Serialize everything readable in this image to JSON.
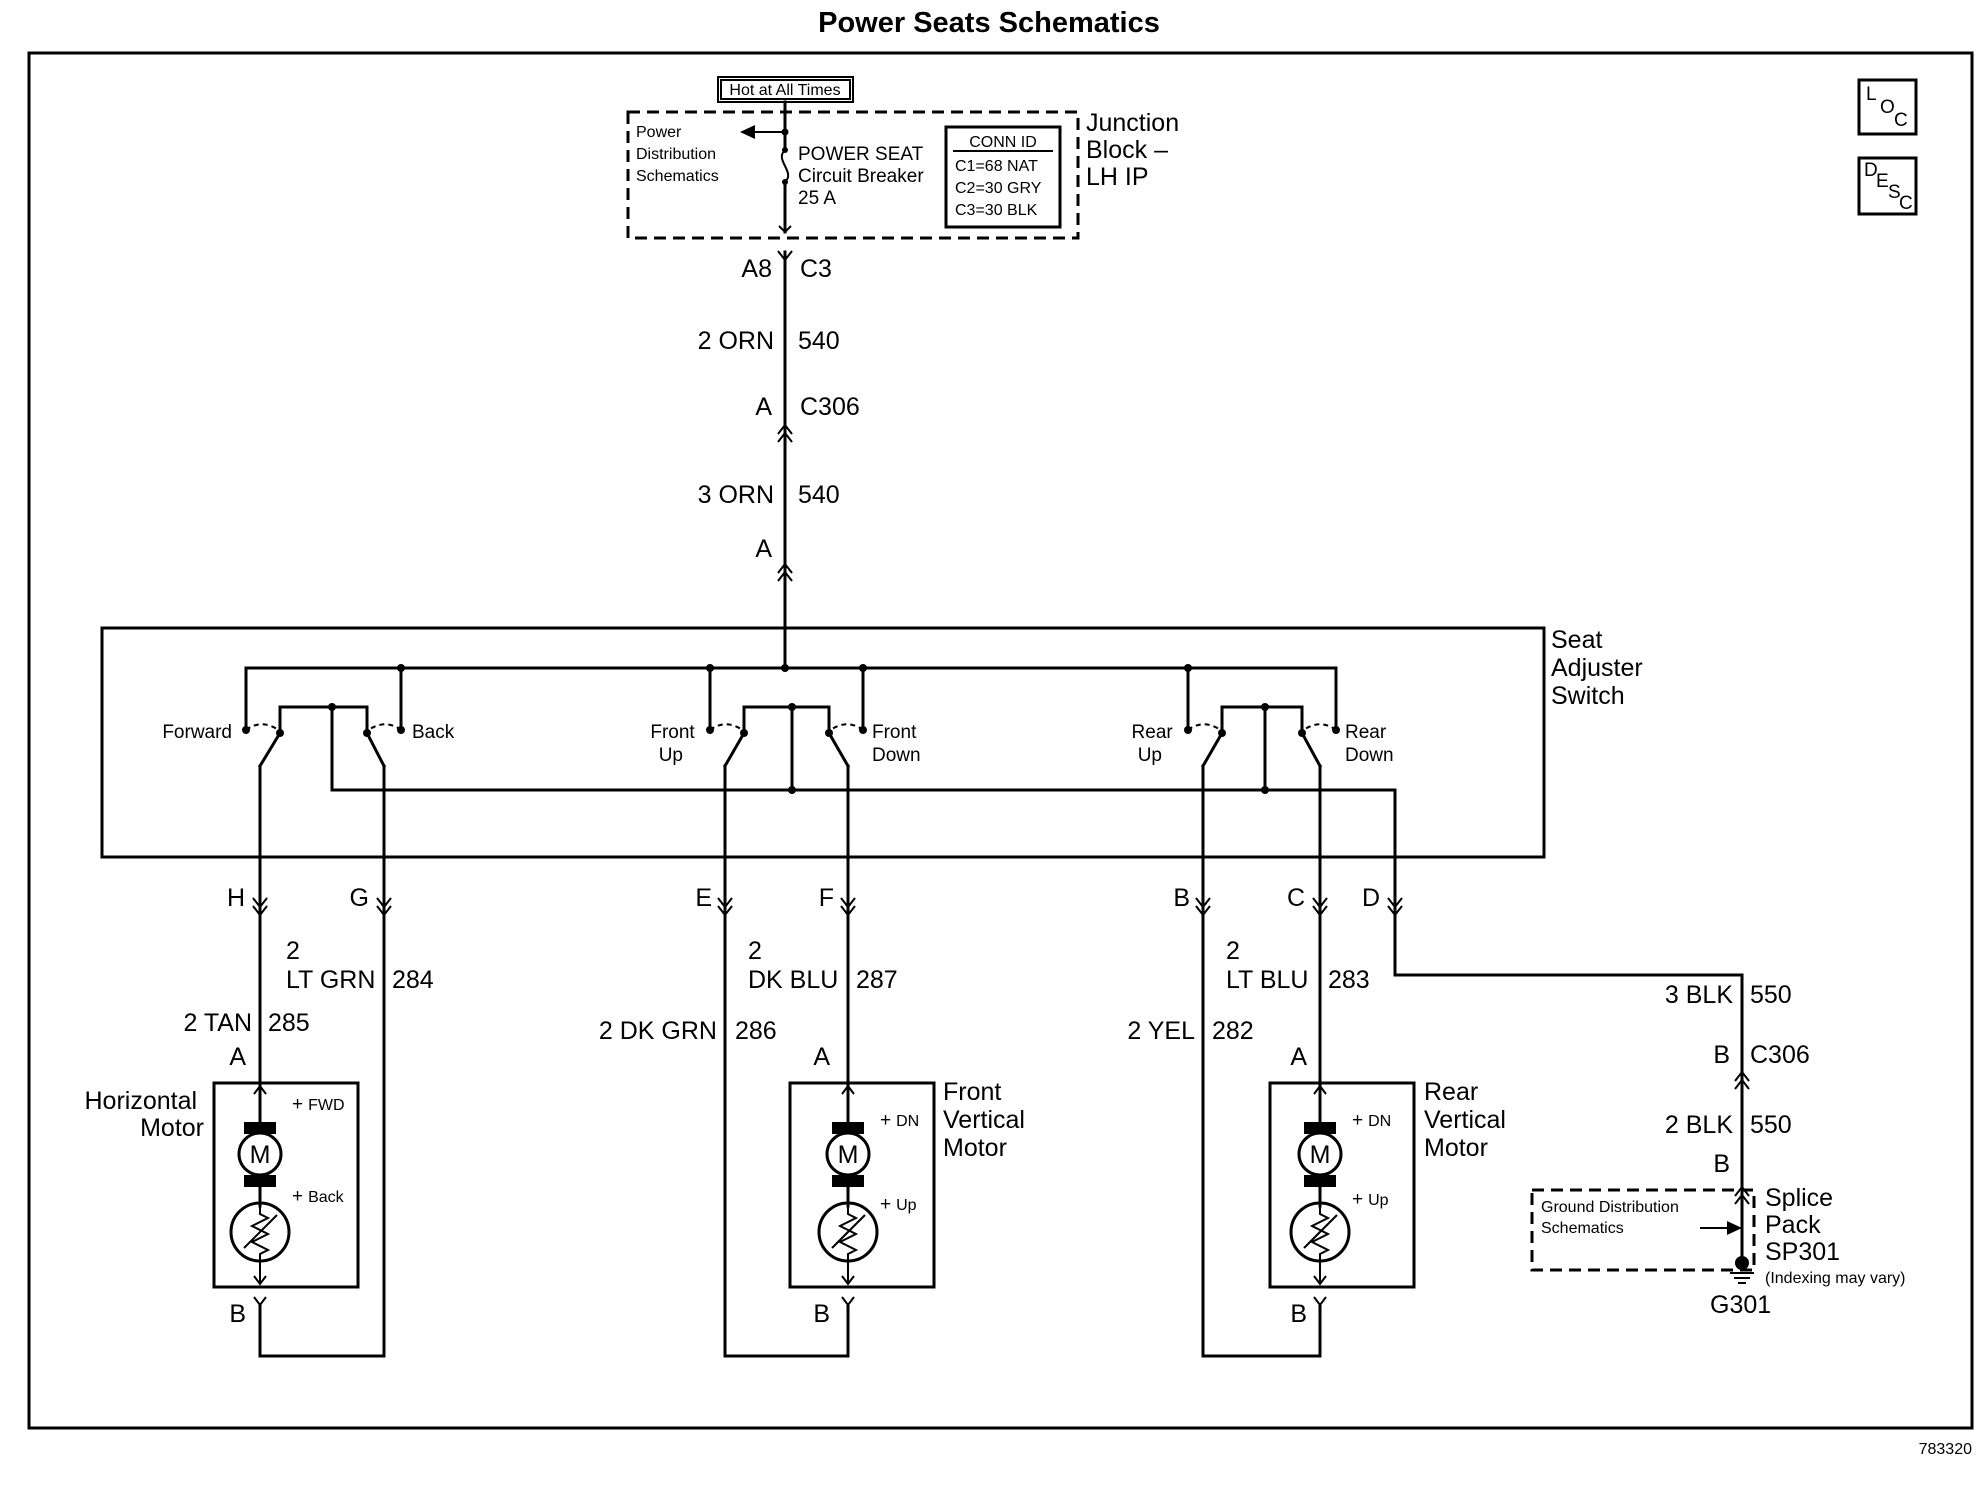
{
  "title": "Power Seats Schematics",
  "figure_id": "783320",
  "corner_icons": {
    "loc": [
      "L",
      "O",
      "C"
    ],
    "desc": [
      "D",
      "E",
      "S",
      "C"
    ]
  },
  "junction_block": {
    "hot_label": "Hot at All Times",
    "power_dist": [
      "Power",
      "Distribution",
      "Schematics"
    ],
    "breaker": [
      "POWER SEAT",
      "Circuit Breaker",
      "25 A"
    ],
    "conn_id_title": "CONN ID",
    "conn_ids": [
      "C1=68 NAT",
      "C2=30 GRY",
      "C3=30 BLK"
    ],
    "name": [
      "Junction",
      "Block –",
      "LH IP"
    ]
  },
  "feed": {
    "pin_a8": "A8",
    "conn_c3": "C3",
    "wire1_gauge": "2 ORN",
    "wire1_circuit": "540",
    "pin_a": "A",
    "conn_c306": "C306",
    "wire2_gauge": "3 ORN",
    "wire2_circuit": "540",
    "pin_a2": "A"
  },
  "switch": {
    "name": [
      "Seat",
      "Adjuster",
      "Switch"
    ],
    "forward": "Forward",
    "back": "Back",
    "front_up": [
      "Front",
      "Up"
    ],
    "front_down": [
      "Front",
      "Down"
    ],
    "rear_up": [
      "Rear",
      "Up"
    ],
    "rear_down": [
      "Rear",
      "Down"
    ]
  },
  "pins": {
    "h": "H",
    "g": "G",
    "e": "E",
    "f": "F",
    "b": "B",
    "c": "C",
    "d": "D"
  },
  "wires": {
    "lt_grn_gauge": "2",
    "lt_grn_color": "LT GRN",
    "lt_grn_circuit": "284",
    "tan_gauge": "2 TAN",
    "tan_circuit": "285",
    "dk_blu_gauge": "2",
    "dk_blu_color": "DK BLU",
    "dk_blu_circuit": "287",
    "dk_grn_gauge": "2 DK GRN",
    "dk_grn_circuit": "286",
    "lt_blu_gauge": "2",
    "lt_blu_color": "LT BLU",
    "lt_blu_circuit": "283",
    "yel_gauge": "2 YEL",
    "yel_circuit": "282"
  },
  "motors": {
    "horizontal": {
      "name": [
        "Horizontal",
        "Motor"
      ],
      "pin_top": "A",
      "pin_bottom": "B",
      "plus_top": "+",
      "top": "FWD",
      "plus_bottom": "+",
      "bottom": "Back",
      "m": "M"
    },
    "front_vertical": {
      "name": [
        "Front",
        "Vertical",
        "Motor"
      ],
      "pin_top": "A",
      "pin_bottom": "B",
      "plus_top": "+",
      "top": "DN",
      "plus_bottom": "+",
      "bottom": "Up",
      "m": "M"
    },
    "rear_vertical": {
      "name": [
        "Rear",
        "Vertical",
        "Motor"
      ],
      "pin_top": "A",
      "pin_bottom": "B",
      "plus_top": "+",
      "top": "DN",
      "plus_bottom": "+",
      "bottom": "Up",
      "m": "M"
    }
  },
  "ground": {
    "wire1_gauge": "3 BLK",
    "wire1_circuit": "550",
    "pin_b": "B",
    "conn_c306": "C306",
    "wire2_gauge": "2 BLK",
    "wire2_circuit": "550",
    "pin_b2": "B",
    "ground_dist": [
      "Ground Distribution",
      "Schematics"
    ],
    "splice": [
      "Splice",
      "Pack",
      "SP301"
    ],
    "indexing": "(Indexing may vary)",
    "ground_id": "G301"
  }
}
